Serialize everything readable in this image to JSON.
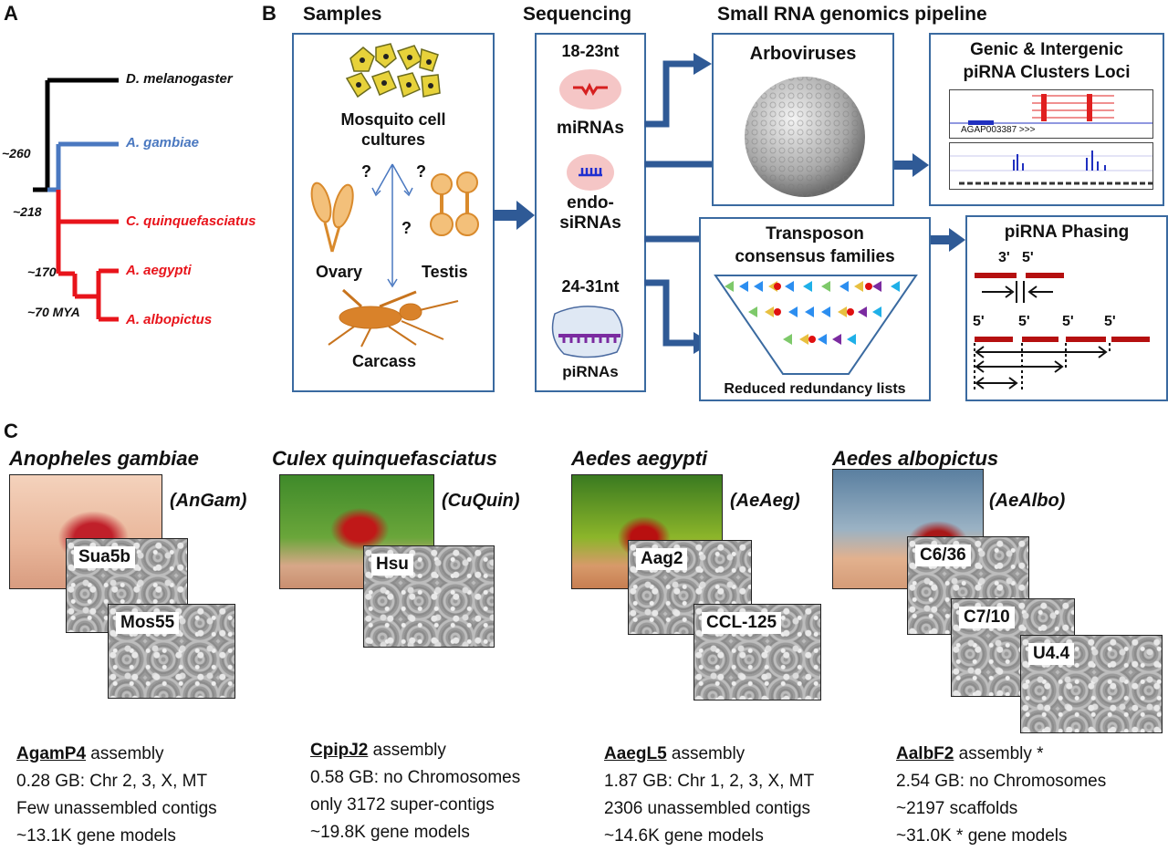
{
  "panels": {
    "a": "A",
    "b": "B",
    "c": "C"
  },
  "tree": {
    "species": [
      "D. melanogaster",
      "A. gambiae",
      "C. quinquefasciatus",
      "A. aegypti",
      "A. albopictus"
    ],
    "nodes": [
      "~260",
      "~218",
      "~170",
      "~70 MYA"
    ],
    "colors": {
      "outgroup": "#000000",
      "anopheles": "#4a78c0",
      "culicinae": "#e8141b"
    }
  },
  "samples": {
    "header": "Samples",
    "cell_cultures": "Mosquito cell\ncultures",
    "ovary": "Ovary",
    "testis": "Testis",
    "carcass": "Carcass",
    "question": "?"
  },
  "sequencing": {
    "header": "Sequencing",
    "small_len": "18-23nt",
    "mirnas": "miRNAs",
    "endo": "endo-\nsiRNAs",
    "large_len": "24-31nt",
    "pirnas": "piRNAs"
  },
  "pipeline": {
    "header": "Small RNA genomics pipeline",
    "arboviruses": "Arboviruses",
    "clusters_title": "Genic & Intergenic\npiRNA Clusters Loci",
    "clusters_locus": "AGAP003387 >>>",
    "transposon_title": "Transposon\nconsensus families",
    "transposon_caption": "Reduced redundancy lists",
    "phasing_title": "piRNA Phasing",
    "three_prime": "3'",
    "five_prime": "5'"
  },
  "mosquitoes": [
    {
      "species": "Anopheles gambiae",
      "abbr": "(AnGam)",
      "cells": [
        "Sua5b",
        "Mos55"
      ],
      "assembly_name": "AgamP4",
      "assembly_suffix": " assembly",
      "lines": [
        "0.28 GB: Chr 2, 3, X, MT",
        "Few unassembled contigs",
        "~13.1K gene models"
      ]
    },
    {
      "species": "Culex quinquefasciatus",
      "abbr": "(CuQuin)",
      "cells": [
        "Hsu"
      ],
      "assembly_name": "CpipJ2",
      "assembly_suffix": " assembly",
      "lines": [
        "0.58 GB: no Chromosomes",
        "only 3172 super-contigs",
        "~19.8K gene models"
      ]
    },
    {
      "species": "Aedes aegypti",
      "abbr": "(AeAeg)",
      "cells": [
        "Aag2",
        "CCL-125"
      ],
      "assembly_name": "AaegL5",
      "assembly_suffix": " assembly",
      "lines": [
        "1.87 GB: Chr 1, 2, 3, X, MT",
        "2306 unassembled contigs",
        "~14.6K gene models"
      ]
    },
    {
      "species": "Aedes albopictus",
      "abbr": "(AeAlbo)",
      "cells": [
        "C6/36",
        "C7/10",
        "U4.4"
      ],
      "assembly_name": "AalbF2",
      "assembly_suffix": " assembly *",
      "lines": [
        "2.54 GB: no Chromosomes",
        "~2197 scaffolds",
        "~31.0K * gene models"
      ]
    }
  ]
}
